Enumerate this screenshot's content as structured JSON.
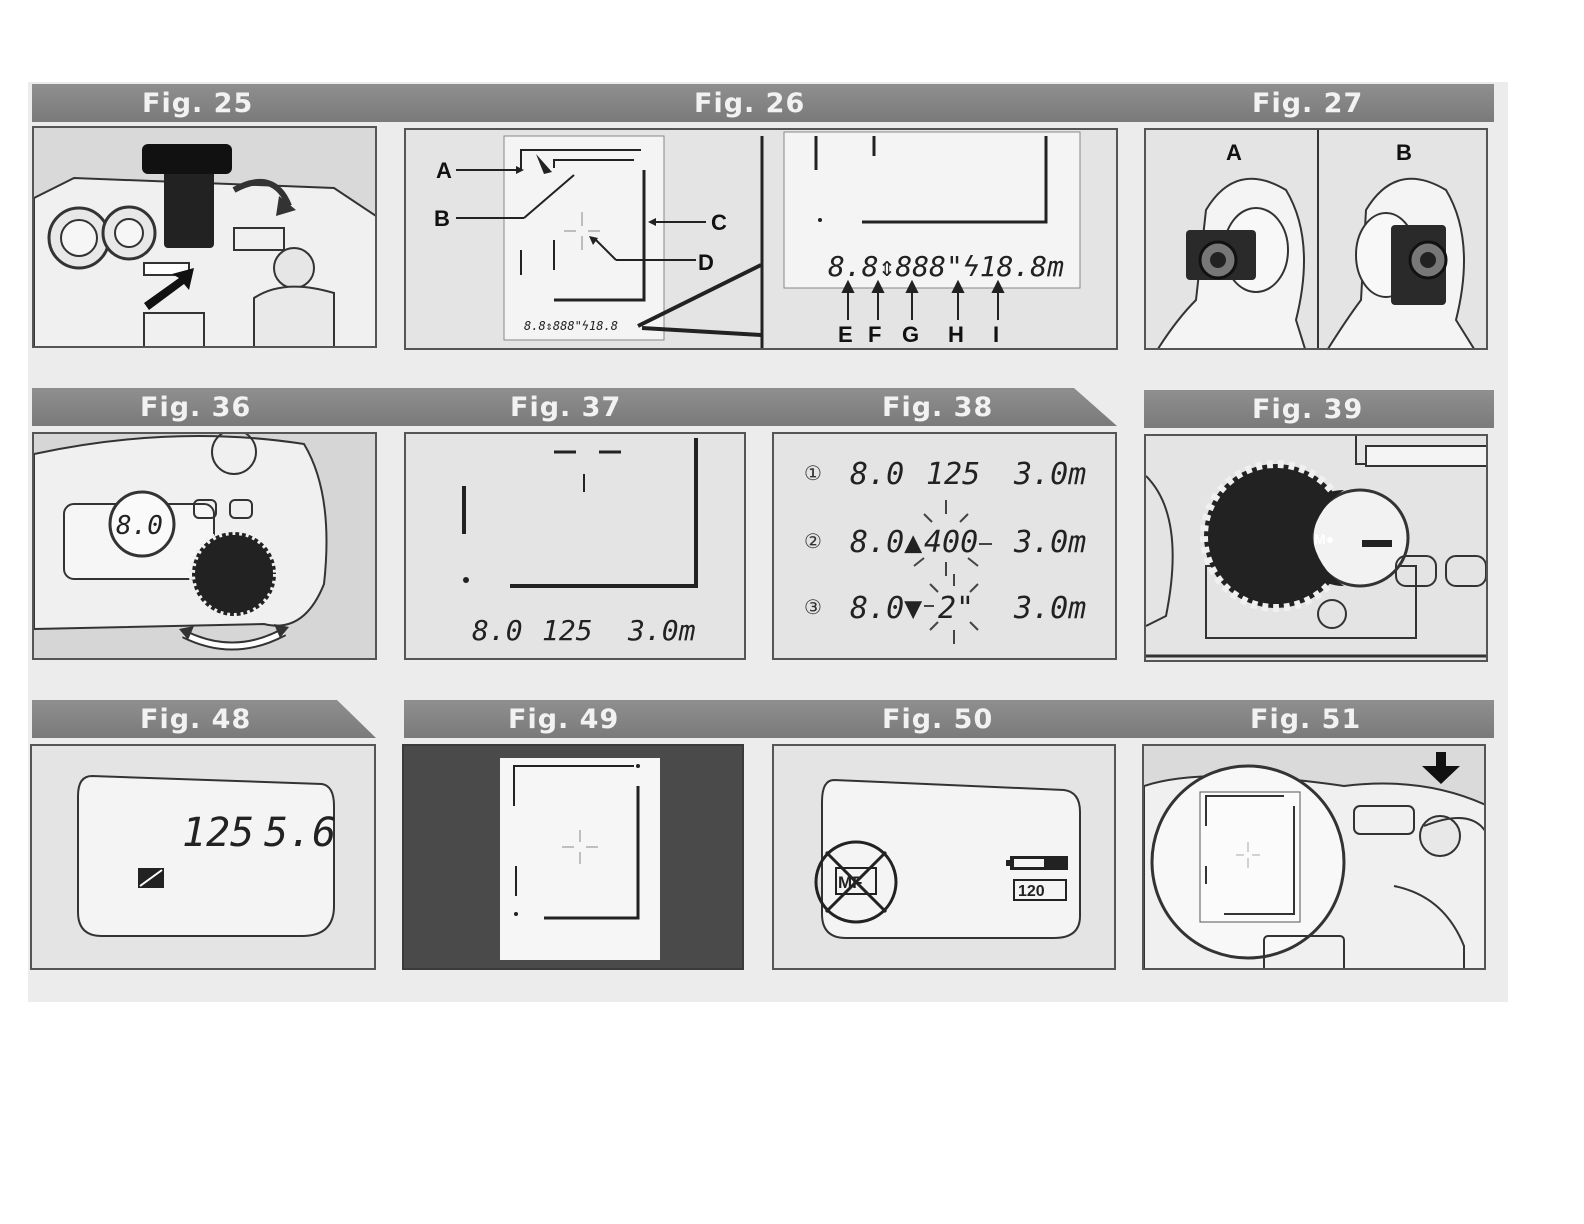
{
  "rows": [
    {
      "bands": [
        {
          "label": "Fig. 25"
        },
        {
          "label": "Fig. 26"
        },
        {
          "label": "Fig. 27"
        }
      ]
    },
    {
      "bands": [
        {
          "label": "Fig. 36"
        },
        {
          "label": "Fig. 37"
        },
        {
          "label": "Fig. 38"
        },
        {
          "label": "Fig. 39"
        }
      ]
    },
    {
      "bands": [
        {
          "label": "Fig. 48"
        },
        {
          "label": "Fig. 49"
        },
        {
          "label": "Fig. 50"
        },
        {
          "label": "Fig. 51"
        }
      ]
    }
  ],
  "fig26": {
    "callouts_left": [
      "A",
      "B",
      "C",
      "D"
    ],
    "small_readout": "8.8⇕888\"ϟ18.8",
    "big_readout": "8.8⇕888\"ϟ18.8m",
    "callouts_bottom": [
      "E",
      "F",
      "G",
      "H",
      "I"
    ]
  },
  "fig27": {
    "left": "A",
    "right": "B"
  },
  "fig36": {
    "aperture": "8.0"
  },
  "fig37": {
    "aperture": "8.0",
    "shutter": "125",
    "distance": "3.0m"
  },
  "fig38": {
    "rows": [
      {
        "num": "①",
        "aperture": "8.0",
        "shutter": "125",
        "distance": "3.0m"
      },
      {
        "num": "②",
        "aperture": "8.0▲",
        "shutter": "400",
        "distance": "3.0m"
      },
      {
        "num": "③",
        "aperture": "8.0▼",
        "shutter": "2\"",
        "distance": "3.0m"
      }
    ]
  },
  "fig39": {
    "mode": "M●"
  },
  "fig48": {
    "shutter": "125",
    "aperture": "5.6"
  },
  "fig50": {
    "mf": "MF",
    "count": "120"
  }
}
